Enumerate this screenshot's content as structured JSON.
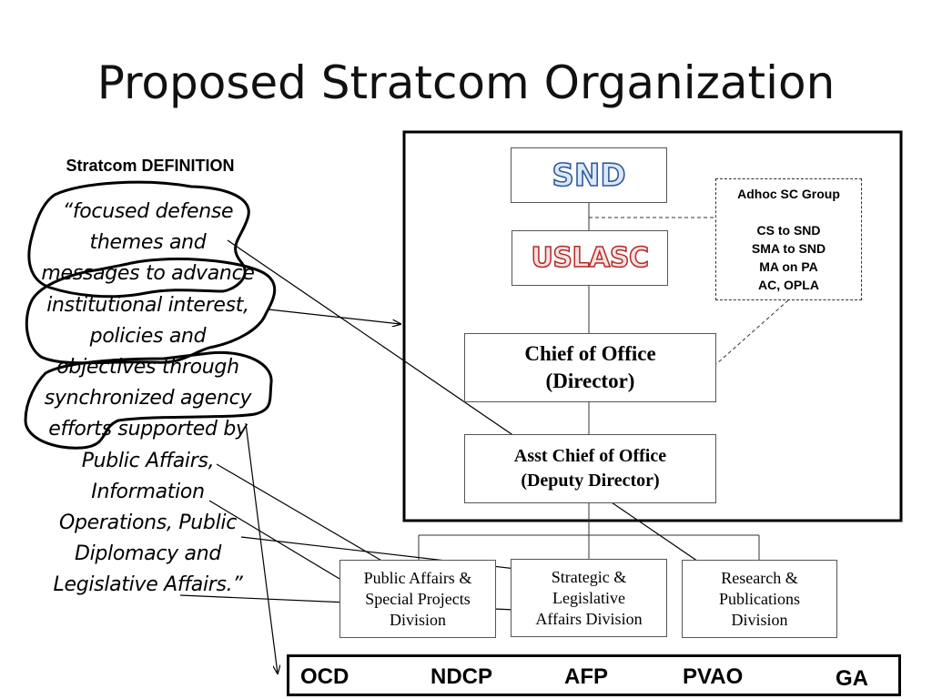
{
  "title": "Proposed Stratcom Organization",
  "definition": {
    "heading": "Stratcom DEFINITION",
    "lines": [
      "“focused defense",
      "themes and",
      "messages to advance",
      "institutional interest,",
      "policies and",
      "objectives through",
      "synchronized agency",
      "efforts supported by",
      "Public Affairs,",
      "Information",
      "Operations, Public",
      "Diplomacy and",
      "Legislative Affairs.”"
    ]
  },
  "org": {
    "snd": "SND",
    "uslasc": "USLASC",
    "chief_line1": "Chief of Office",
    "chief_line2": "(Director)",
    "asst_line1": "Asst Chief of Office",
    "asst_line2": "(Deputy Director)",
    "adhoc": {
      "title": "Adhoc SC Group",
      "items": [
        "CS to SND",
        "SMA to SND",
        "MA on PA",
        "AC, OPLA"
      ]
    },
    "divisions": [
      {
        "l1": "Public Affairs &",
        "l2": "Special Projects",
        "l3": "Division"
      },
      {
        "l1": "Strategic &",
        "l2": "Legislative",
        "l3": "Affairs Division"
      },
      {
        "l1": "Research &",
        "l2": "Publications",
        "l3": "Division"
      }
    ]
  },
  "agencies": [
    "OCD",
    "NDCP",
    "AFP",
    "PVAO",
    "GA"
  ]
}
